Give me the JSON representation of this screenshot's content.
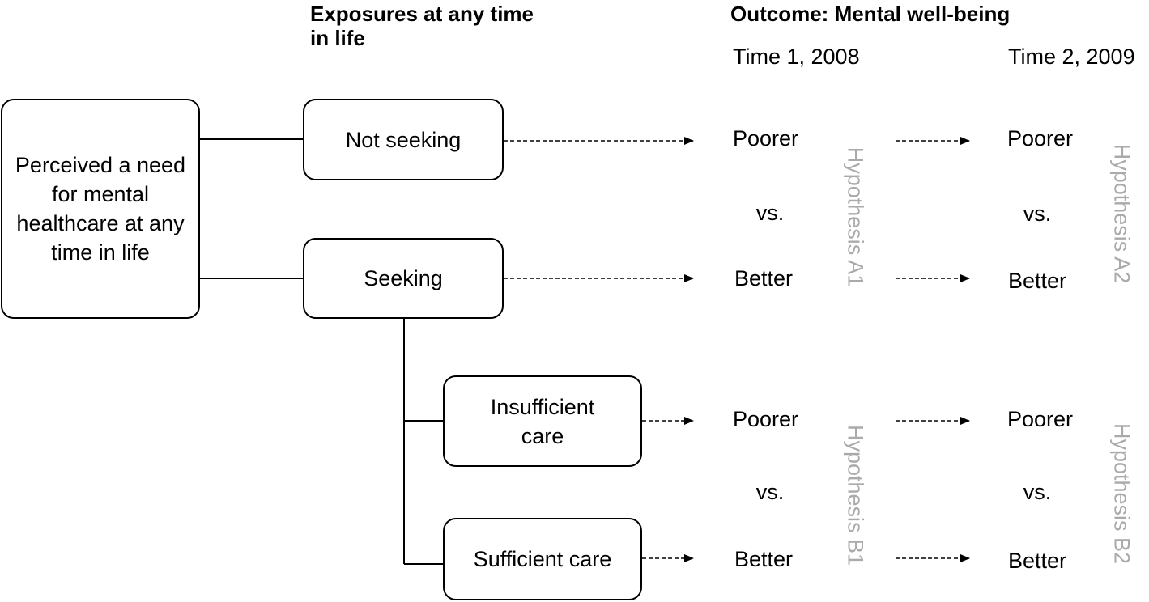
{
  "headers": {
    "exposures": "Exposures at any time in life",
    "outcome": "Outcome: Mental well-being",
    "time1": "Time 1, 2008",
    "time2": "Time 2, 2009"
  },
  "boxes": {
    "perceived_need": "Perceived a need for mental healthcare at any time in life",
    "not_seeking": "Not seeking",
    "seeking": "Seeking",
    "insufficient_care": "Insufficient care",
    "sufficient_care": "Sufficient care"
  },
  "outcomes": {
    "poorer": "Poorer",
    "vs": "vs.",
    "better": "Better"
  },
  "hypotheses": {
    "a1": "Hypothesis A1",
    "a2": "Hypothesis A2",
    "b1": "Hypothesis B1",
    "b2": "Hypothesis B2"
  }
}
